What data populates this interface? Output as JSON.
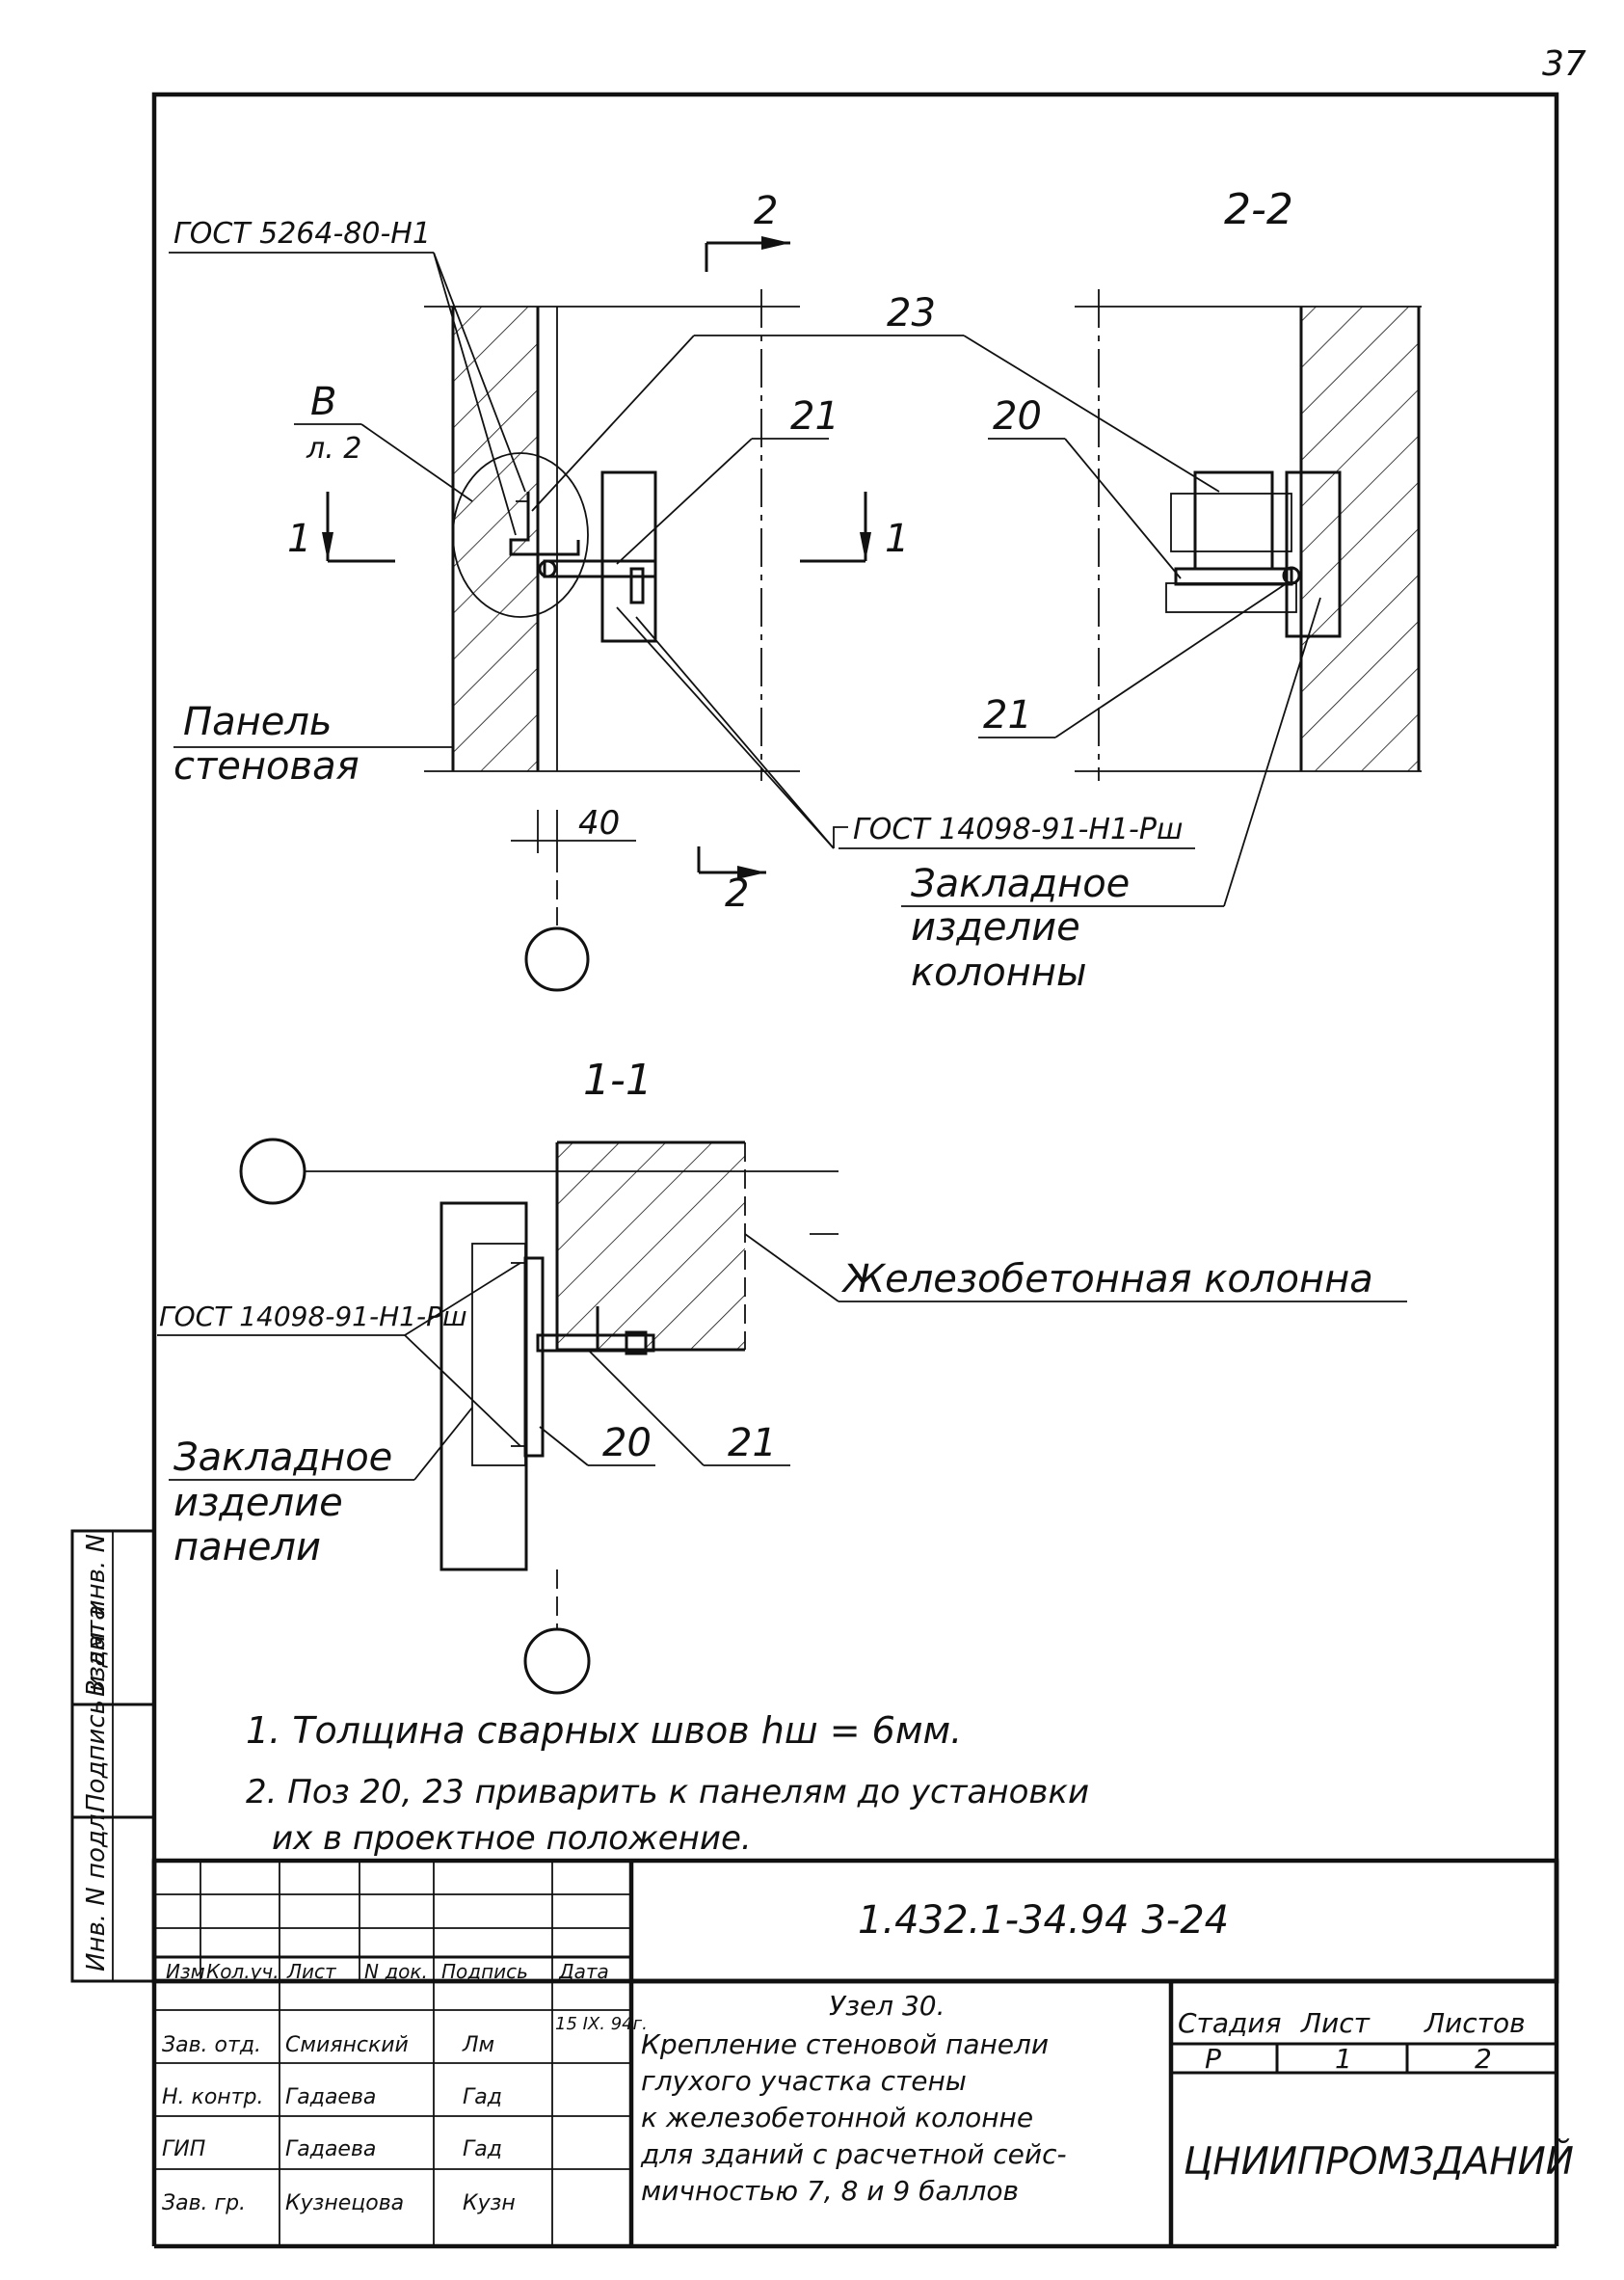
{
  "page_number": "37",
  "section_22": "2-2",
  "section_11": "1-1",
  "callouts": {
    "gost_5264": "ГОСТ 5264-80-Н1",
    "gost_14098_a": "ГОСТ 14098-91-Н1-Рш",
    "gost_14098_b": "ГОСТ 14098-91-Н1-Рш",
    "ref_b": "В",
    "ref_sheet": "л. 2",
    "cut_1": "1",
    "cut_2": "2",
    "pos_23": "23",
    "pos_21": "21",
    "pos_20": "20",
    "dim_40": "40"
  },
  "labels": {
    "wall_panel_1": "Панель",
    "wall_panel_2": "стеновая",
    "col_embed_1": "Закладное",
    "col_embed_2": "изделие",
    "col_embed_3": "колонны",
    "rc_column": "Железобетонная колонна",
    "pan_embed_1": "Закладное",
    "pan_embed_2": "изделие",
    "pan_embed_3": "панели"
  },
  "notes": [
    "1. Толщина сварных швов hш = 6мм.",
    "2. Поз 20, 23 приварить к панелям до установки",
    "их в проектное положение."
  ],
  "title_block": {
    "doc_code": "1.432.1-34.94 3-24",
    "headers": [
      "Изм",
      "Кол.уч.",
      "Лист",
      "N док.",
      "Подпись",
      "Дата"
    ],
    "roles": [
      {
        "role": "Зав. отд.",
        "name": "Смиянский",
        "sign": "Лм",
        "date": "15 IX. 94г."
      },
      {
        "role": "Н. контр.",
        "name": "Гадаева",
        "sign": "Гад",
        "date": ""
      },
      {
        "role": "ГИП",
        "name": "Гадаева",
        "sign": "Гад",
        "date": ""
      },
      {
        "role": "Зав. гр.",
        "name": "Кузнецова",
        "sign": "Кузн",
        "date": ""
      }
    ],
    "title_lines": [
      "Узел 30.",
      "Крепление стеновой панели",
      "глухого участка стены",
      "к железобетонной колонне",
      "для зданий с расчетной сейс-",
      "мичностью 7, 8 и 9 баллов"
    ],
    "stage_header": "Стадия",
    "sheet_header": "Лист",
    "sheets_header": "Листов",
    "stage": "Р",
    "sheet": "1",
    "sheets": "2",
    "org": "ЦНИИПРОМЗДАНИЙ"
  },
  "side_stamp": [
    "Инв. N подл.",
    "Подпись и дата",
    "Взам. инв. N"
  ]
}
